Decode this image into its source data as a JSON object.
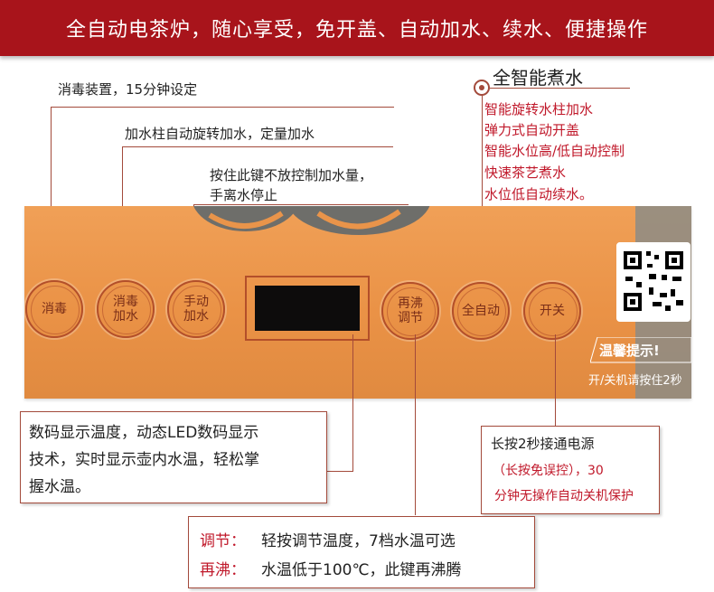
{
  "banner": {
    "title": "全自动电茶炉，随心享受，免开盖、自动加水、续水、便捷操作"
  },
  "annotations": {
    "disinfect": "消毒装置，15分钟设定",
    "add_water": "加水柱自动旋转加水，定量加水",
    "manual_line1": "按住此键不放控制加水量，",
    "manual_line2": "手离水停止"
  },
  "smart": {
    "title": "全智能煮水",
    "items": [
      "智能旋转水柱加水",
      "弹力式自动开盖",
      "智能水位高/低自动控制",
      "快速茶艺煮水",
      "水位低自动续水。"
    ]
  },
  "panel": {
    "buttons": [
      {
        "label": "消毒"
      },
      {
        "label": "消毒\n加水"
      },
      {
        "label": "手动\n加水"
      },
      {
        "label": "再沸\n调节"
      },
      {
        "label": "全自动"
      },
      {
        "label": "开关"
      }
    ],
    "hint_title": "温馨提示!",
    "hint_text": "开/关机请按住2秒"
  },
  "display_box": {
    "lines": [
      "数码显示温度，动态LED数码显示",
      "技术，实时显示壶内水温，轻松掌",
      "握水温。"
    ]
  },
  "power_box": {
    "lines": [
      "长按2秒接通电源",
      "（长按免误控），30",
      "分钟无操作自动关机保护"
    ]
  },
  "adjust_box": {
    "row1_label": "调节：",
    "row1_text": "轻按调节温度，7档水温可选",
    "row2_label": "再沸：",
    "row2_text": "水温低于100℃，此键再沸腾"
  },
  "colors": {
    "banner": "#a8141b",
    "panel": "#ea9246",
    "accent": "#c0182a",
    "line": "#a34a3b"
  }
}
